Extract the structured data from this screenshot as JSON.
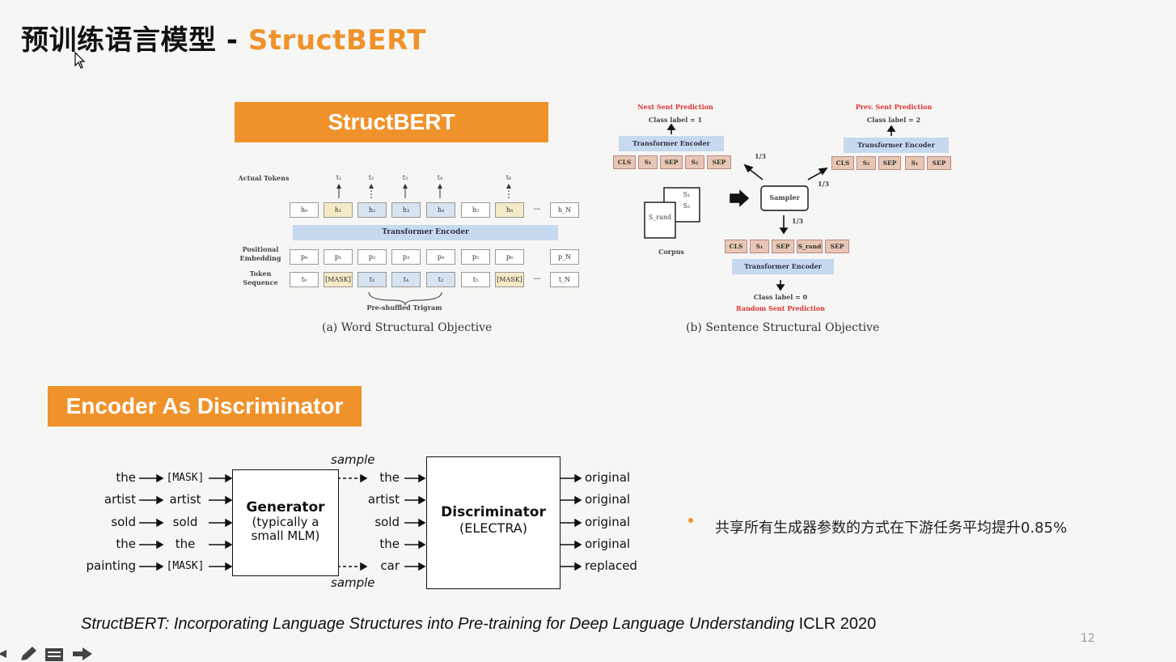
{
  "slide": {
    "title_zh": "预训练语言模型",
    "title_sep": "-",
    "title_accent": "StructBERT",
    "page_number": "12"
  },
  "section1": {
    "banner": "StructBERT"
  },
  "fig_a": {
    "caption": "(a) Word Structural Objective",
    "row_actual": "Actual Tokens",
    "row_pos": "Positional Embedding",
    "row_tok": "Token Sequence",
    "encoder": "Transformer Encoder",
    "brace_label": "Pre-shuffled Trigram",
    "actual_tokens": [
      "t₁",
      "t₂",
      "t₃",
      "t₄",
      "",
      "t₆"
    ],
    "hidden": [
      "h₀",
      "h₁",
      "h₂",
      "h₃",
      "h₄",
      "h₅",
      "h₆",
      "h_N"
    ],
    "positions": [
      "p₀",
      "p₁",
      "p₂",
      "p₃",
      "p₄",
      "p₅",
      "p₆",
      "p_N"
    ],
    "tokens": [
      "t₀",
      "[MASK]",
      "t₃",
      "t₄",
      "t₂",
      "t₅",
      "[MASK]",
      "t_N"
    ],
    "ellipsis": "···"
  },
  "fig_b": {
    "caption": "(b) Sentence Structural Objective",
    "next_title": "Next Sent Prediction",
    "next_label": "Class label = 1",
    "prev_title": "Prev. Sent Prediction",
    "prev_label": "Class label = 2",
    "random_title": "Random Sent Prediction",
    "random_label": "Class label = 0",
    "encoder": "Transformer Encoder",
    "sampler": "Sampler",
    "corpus": "Corpus",
    "fraction": "1/3",
    "next_tokens": [
      "CLS",
      "S₁",
      "SEP",
      "S₂",
      "SEP"
    ],
    "prev_tokens": [
      "CLS",
      "S₂",
      "SEP",
      "S₁",
      "SEP"
    ],
    "random_tokens": [
      "CLS",
      "S₁",
      "SEP",
      "S_rand",
      "SEP"
    ],
    "doc_front": [
      "S₁",
      "S₂"
    ],
    "doc_back": "S_rand"
  },
  "section2": {
    "banner": "Encoder As Discriminator"
  },
  "electra": {
    "inputs": [
      "the",
      "artist",
      "sold",
      "the",
      "painting"
    ],
    "masked": [
      "[MASK]",
      "artist",
      "sold",
      "the",
      "[MASK]"
    ],
    "generator_title": "Generator",
    "generator_sub1": "(typically a",
    "generator_sub2": "small MLM)",
    "sample": "sample",
    "generated": [
      "the",
      "artist",
      "sold",
      "the",
      "car"
    ],
    "discriminator_title": "Discriminator",
    "discriminator_sub": "(ELECTRA)",
    "outputs": [
      "original",
      "original",
      "original",
      "original",
      "replaced"
    ]
  },
  "bullet": {
    "text": "共享所有生成器参数的方式在下游任务平均提升0.85%"
  },
  "footer": {
    "citation": "StructBERT: Incorporating Language Structures into Pre-training for Deep Language Understanding",
    "venue": "ICLR 2020"
  },
  "colors": {
    "accent": "#f0922b",
    "encoder_blue": "#c6d9ee",
    "token_peach": "#e8c6b4",
    "red": "#dd3333"
  }
}
